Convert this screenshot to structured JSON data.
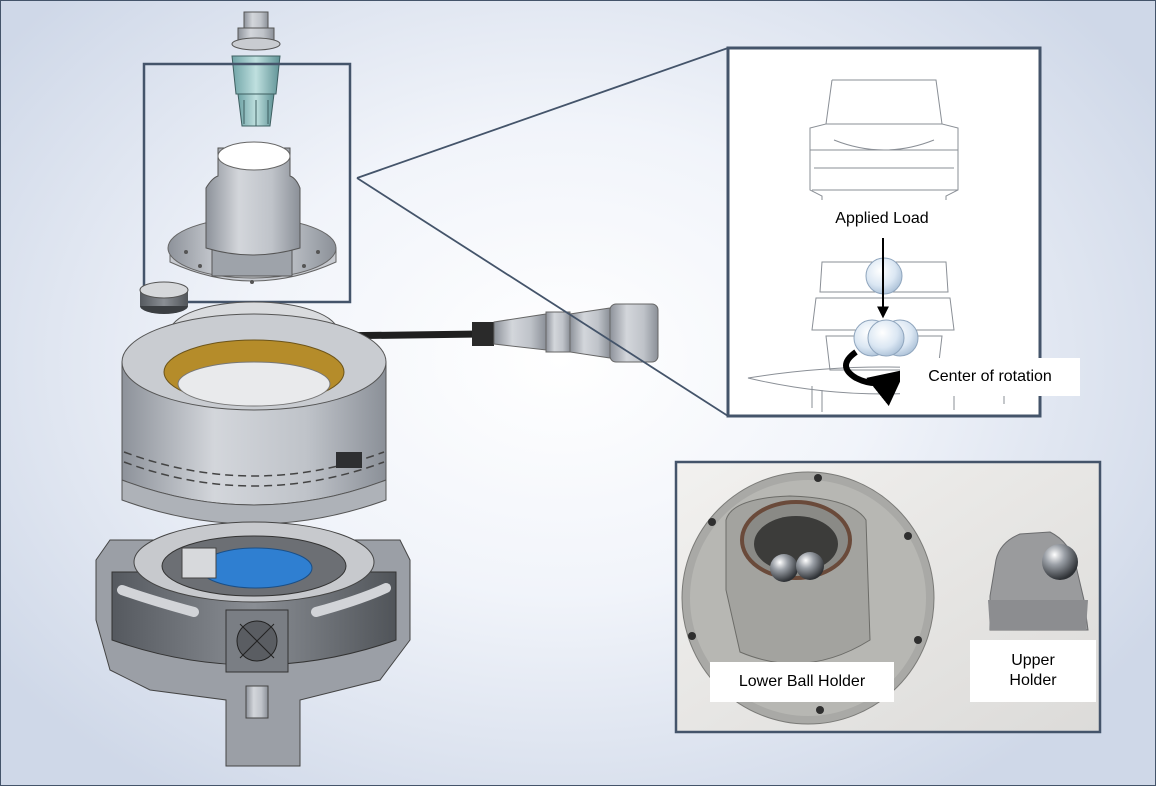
{
  "callout": {
    "applied_load": "Applied Load",
    "center_of_rotation": "Center of rotation"
  },
  "photo": {
    "lower_ball_holder": "Lower Ball Holder",
    "upper_holder": "Upper\nHolder"
  },
  "colors": {
    "frame": "#44546a",
    "body_metal": "#b9bdc4",
    "inner_ring": "#b58c2a",
    "blue_disk": "#2f7fd1"
  }
}
